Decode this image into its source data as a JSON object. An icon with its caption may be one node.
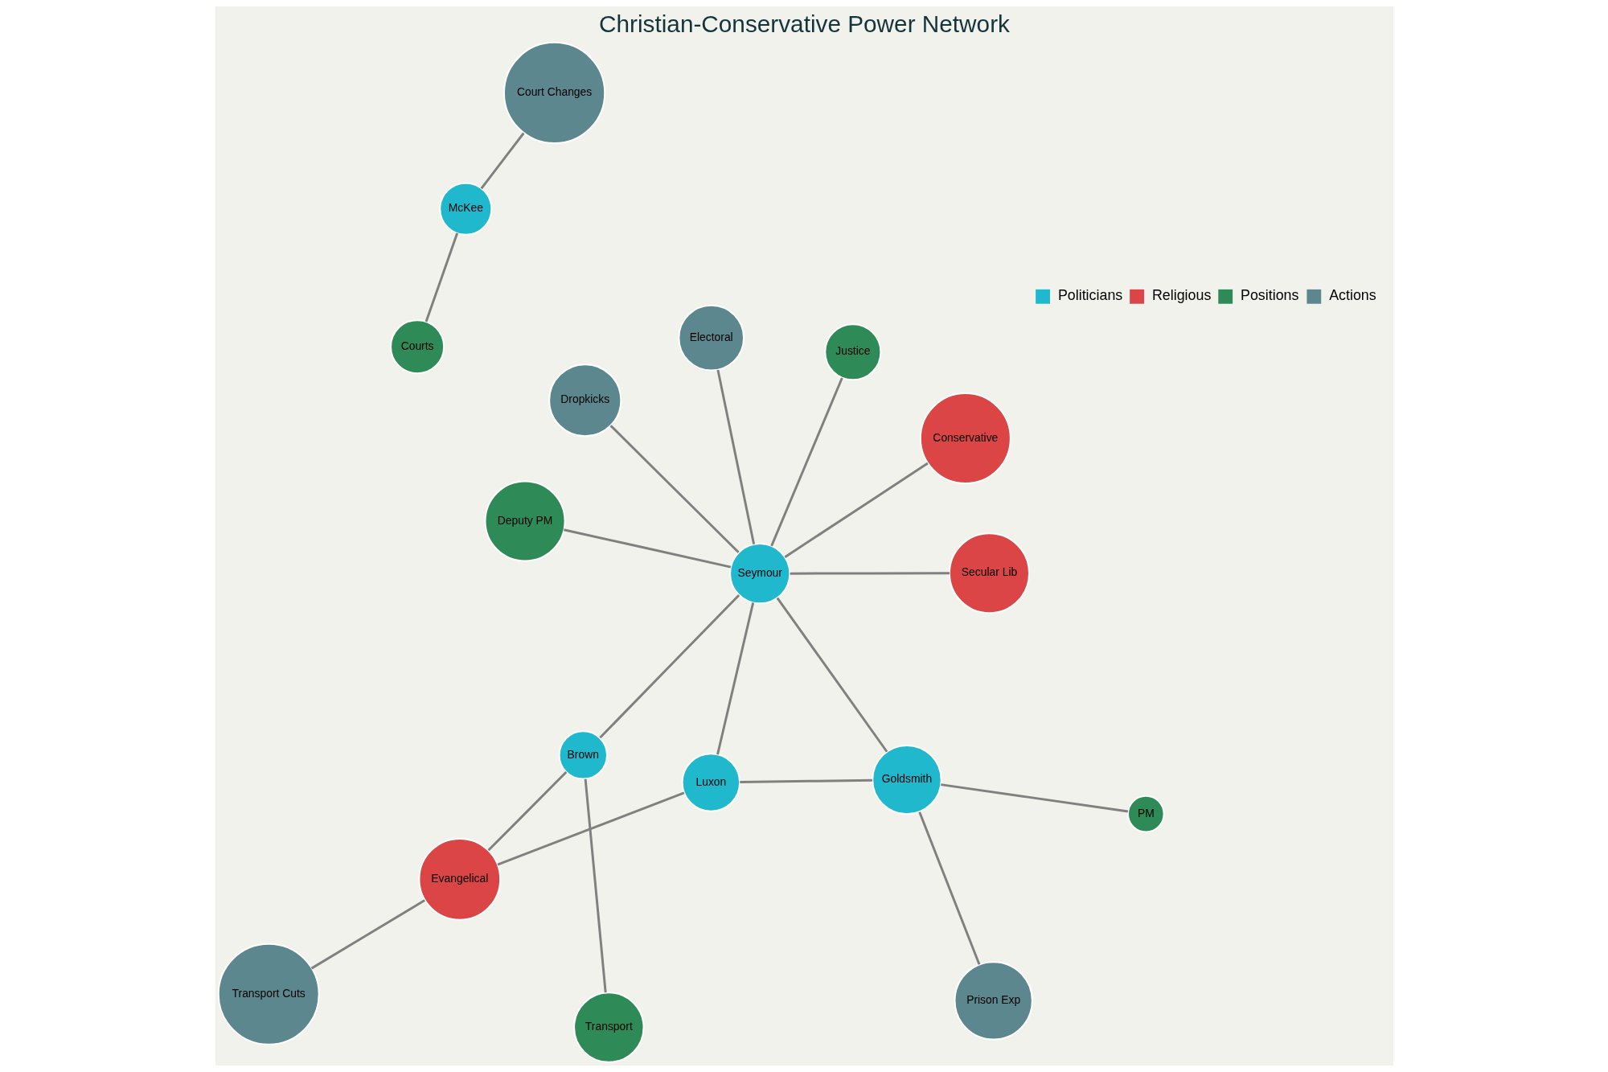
{
  "diagram": {
    "title": "Christian-Conservative Power Network",
    "nodes": [
      {
        "text": [
          "Deputy PM"
        ]
      },
      {
        "text": [
          "Prison Exp"
        ]
      },
      {
        "text": [
          "Transport Cuts"
        ]
      },
      {
        "text": [
          "Evangelical"
        ]
      },
      {
        "text": [
          "PM"
        ]
      },
      {
        "text": [
          "McKee"
        ]
      },
      {
        "text": [
          "Brown"
        ]
      },
      {
        "text": [
          "Goldsmith"
        ]
      },
      {
        "text": [
          "Transport"
        ]
      },
      {
        "text": [
          "Luxon"
        ]
      },
      {
        "text": [
          "Secular Lib"
        ]
      },
      {
        "text": [
          "Seymour"
        ]
      },
      {
        "text": [
          "Court Changes"
        ]
      },
      {
        "text": [
          "Dropkicks"
        ]
      },
      {
        "text": [
          "Courts"
        ]
      },
      {
        "text": [
          "Conservative"
        ]
      },
      {
        "text": [
          "Justice"
        ]
      },
      {
        "text": [
          "Electoral"
        ]
      }
    ],
    "edges": [
      {
        "from": 1,
        "to": 7,
        "arrow": "none"
      },
      {
        "from": 0,
        "to": 11,
        "arrow": "none"
      },
      {
        "from": 2,
        "to": 3,
        "arrow": "none"
      },
      {
        "from": 6,
        "to": 3,
        "arrow": "none"
      },
      {
        "from": 9,
        "to": 3,
        "arrow": "none"
      },
      {
        "from": 9,
        "to": 7,
        "arrow": "none"
      },
      {
        "from": 7,
        "to": 4,
        "arrow": "none"
      },
      {
        "from": 5,
        "to": 12,
        "arrow": "none"
      },
      {
        "from": 5,
        "to": 14,
        "arrow": "none"
      },
      {
        "from": 6,
        "to": 8,
        "arrow": "none"
      },
      {
        "from": 6,
        "to": 11,
        "arrow": "none"
      },
      {
        "from": 10,
        "to": 11,
        "arrow": "none"
      },
      {
        "from": 9,
        "to": 11,
        "arrow": "none"
      },
      {
        "from": 7,
        "to": 11,
        "arrow": "none"
      },
      {
        "from": 11,
        "to": 13,
        "arrow": "none"
      },
      {
        "from": 11,
        "to": 15,
        "arrow": "none"
      },
      {
        "from": 11,
        "to": 16,
        "arrow": "none"
      },
      {
        "from": 11,
        "to": 17,
        "arrow": "none"
      }
    ],
    "legend": [
      {
        "text": "Politicians",
        "color": "#1fb8cd"
      },
      {
        "text": "Religious",
        "color": "#db4545"
      },
      {
        "text": "Positions",
        "color": "#2e8b57"
      },
      {
        "text": "Actions",
        "color": "#5d878f"
      }
    ]
  }
}
